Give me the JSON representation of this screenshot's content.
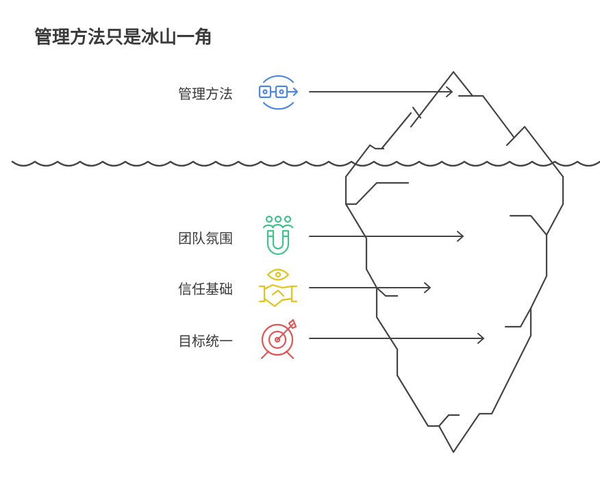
{
  "title": "管理方法只是冰山一角",
  "items": [
    {
      "label": "管理方法",
      "icon": "method-flow-icon",
      "color": "#4a86e8"
    },
    {
      "label": "团队氛围",
      "icon": "team-magnet-icon",
      "color": "#3cc48a"
    },
    {
      "label": "信任基础",
      "icon": "handshake-eye-icon",
      "color": "#e0c416"
    },
    {
      "label": "目标统一",
      "icon": "target-arrow-icon",
      "color": "#e25555"
    }
  ]
}
